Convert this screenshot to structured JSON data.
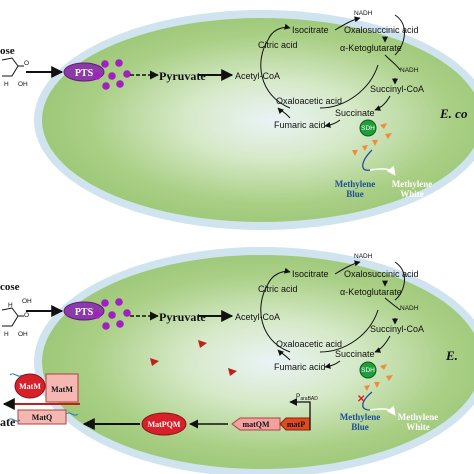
{
  "panels": [
    {
      "substrate": "ose",
      "pts": "PTS",
      "pyruvate": "Pyruvate",
      "acetyl_coa": "Acetyl-CoA",
      "citric_acid": "Citric acid",
      "isocitrate": "Isocitrate",
      "nadh1": "NADH",
      "oxalosuccinic": "Oxalosuccinic acid",
      "ketoglutarate": "α-Ketoglutarate",
      "nadh2": "NADH",
      "succinyl_coa": "Succinyl-CoA",
      "oxaloacetic": "Oxaloacetic acid",
      "succinate": "Succinate",
      "fumaric": "Fumaric acid",
      "sdh": "SDH",
      "methylene_blue": "Methylene\nBlue",
      "methylene_white": "Methylene\nWhite",
      "organism": "E. co"
    },
    {
      "substrate": "cose",
      "pts": "PTS",
      "pyruvate": "Pyruvate",
      "acetyl_coa": "Acetyl-CoA",
      "citric_acid": "Citric acid",
      "isocitrate": "Isocitrate",
      "nadh1": "NADH",
      "oxalosuccinic": "Oxalosuccinic acid",
      "ketoglutarate": "α-Ketoglutarate",
      "nadh2": "NADH",
      "succinyl_coa": "Succinyl-CoA",
      "oxaloacetic": "Oxaloacetic acid",
      "succinate": "Succinate",
      "fumaric": "Fumaric acid",
      "sdh": "SDH",
      "methylene_blue": "Methylene\nBlue",
      "methylene_white": "Methylene\nWhite",
      "organism": "E."
    }
  ],
  "mat": {
    "matM_outer": "MatM",
    "matM_inner": "MatM",
    "matQ": "MatQ",
    "matPQM": "MatPQM",
    "matQM": "matQM",
    "matP": "matP",
    "promoter": "P",
    "promoter_sub": "araBAD",
    "left_text": "ate"
  },
  "colors": {
    "cell_fill": "#a9cf85",
    "cell_border": "#c5dde8",
    "cell_center": "#eaf3f6",
    "pts_purple": "#8b3aa8",
    "dots_purple": "#a020c0",
    "sdh_green": "#1f9e3a",
    "triangle_orange": "#f08a3c",
    "triangle_red": "#c0201a",
    "blue_text": "#1f4f9a",
    "white_text": "#ffffff",
    "matP_red": "#e04a1e",
    "matPQM_red": "#d8202a"
  }
}
